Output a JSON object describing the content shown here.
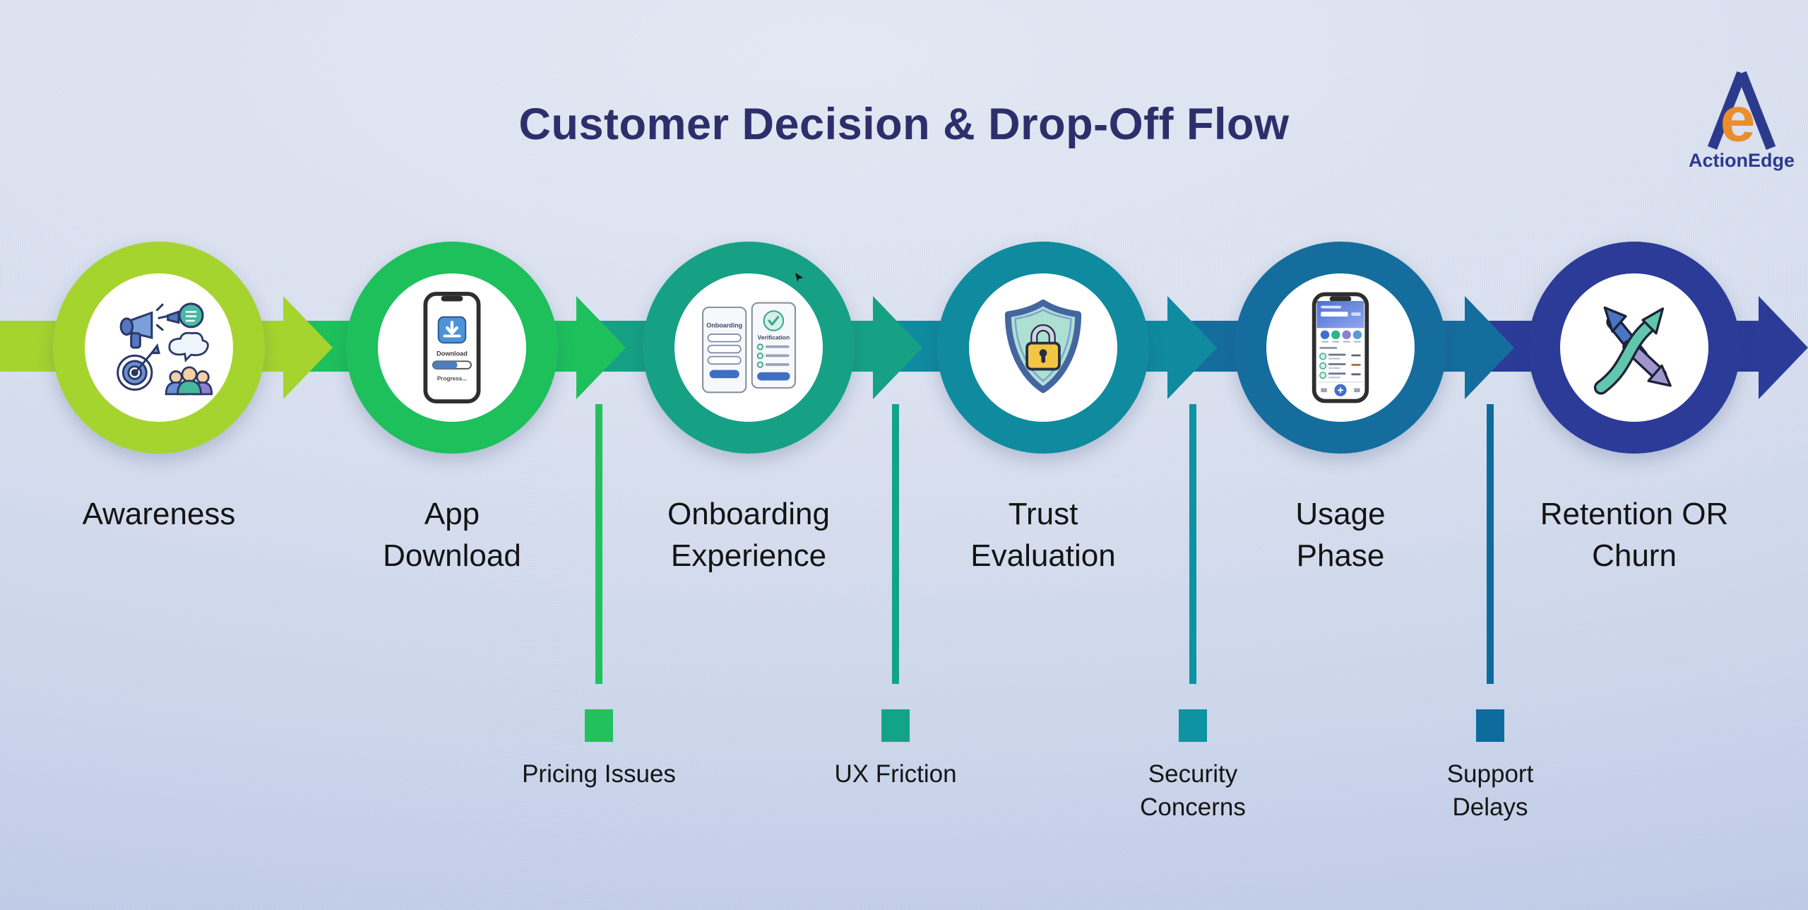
{
  "title": "Customer Decision & Drop-Off Flow",
  "logo": {
    "name": "ActionEdge",
    "monogram_letter": "e"
  },
  "colors": {
    "title": "#2d2f6c",
    "background_top": "#e6eaf5",
    "background_edge": "#b4c2e3",
    "logo_navy": "#2c3a8e",
    "logo_orange": "#ec8d2c"
  },
  "stages": [
    {
      "name": "Awareness",
      "line1": "Awareness",
      "line2": "",
      "color": "#a6d42e",
      "icon": "awareness-marketing-icon"
    },
    {
      "name": "App Download",
      "line1": "App",
      "line2": "Download",
      "color": "#1ec05c",
      "icon": "app-download-phone-icon"
    },
    {
      "name": "Onboarding Experience",
      "line1": "Onboarding",
      "line2": "Experience",
      "color": "#16a185",
      "icon": "onboarding-screens-icon"
    },
    {
      "name": "Trust Evaluation",
      "line1": "Trust",
      "line2": "Evaluation",
      "color": "#0f8a9e",
      "icon": "security-shield-lock-icon"
    },
    {
      "name": "Usage Phase",
      "line1": "Usage",
      "line2": "Phase",
      "color": "#156d9e",
      "icon": "app-usage-phone-icon"
    },
    {
      "name": "Retention OR Churn",
      "line1": "Retention OR",
      "line2": "Churn",
      "color": "#2b3b97",
      "icon": "diverging-paths-arrows-icon"
    }
  ],
  "dropoffs": [
    {
      "name": "Pricing Issues",
      "line1": "Pricing Issues",
      "line2": "",
      "color": "#22c15d"
    },
    {
      "name": "UX Friction",
      "line1": "UX Friction",
      "line2": "",
      "color": "#12a489"
    },
    {
      "name": "Security Concerns",
      "line1": "Security",
      "line2": "Concerns",
      "color": "#0d93a2"
    },
    {
      "name": "Support Delays",
      "line1": "Support",
      "line2": "Delays",
      "color": "#0e6b9e"
    }
  ],
  "icon_text": {
    "download_title": "Download",
    "download_progress": "Progress...",
    "onboarding_title": "Onboarding",
    "verification_title": "Verification"
  }
}
